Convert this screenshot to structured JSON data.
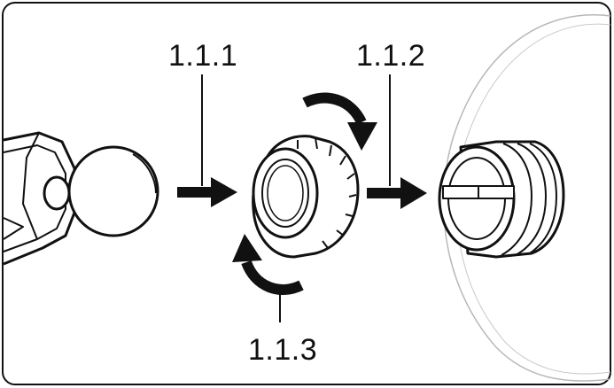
{
  "diagram": {
    "labels": {
      "step_1": "1.1.1",
      "step_2": "1.1.2",
      "step_3": "1.1.3"
    },
    "colors": {
      "line": "#111111",
      "background": "#ffffff",
      "mirror_outline": "#b8b8b8"
    },
    "icons": [
      "ball-mount-icon",
      "lock-nut-icon",
      "socket-icon",
      "rotate-arrow-icon",
      "push-arrow-icon"
    ]
  }
}
